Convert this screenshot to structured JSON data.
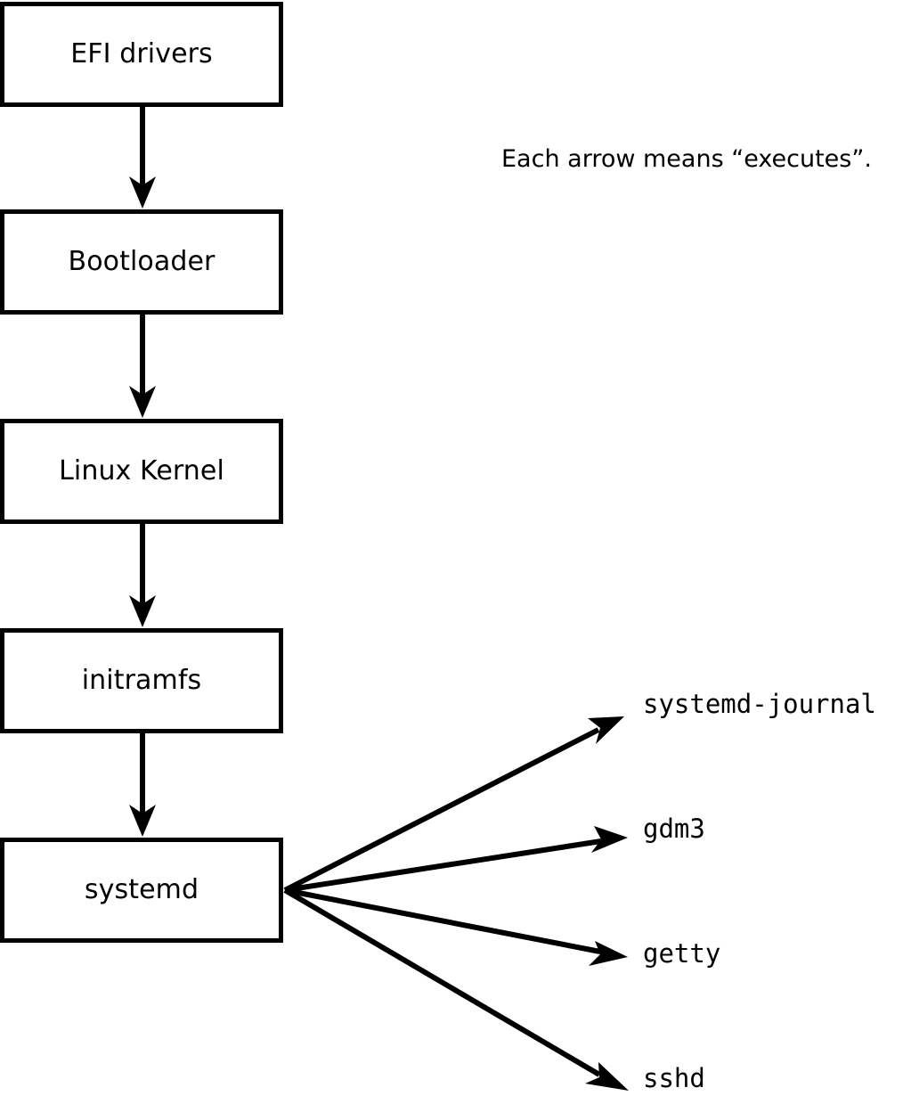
{
  "diagram": {
    "legend": {
      "text": "Each arrow means “executes”."
    },
    "boot_chain": [
      {
        "id": "efi-drivers",
        "label": "EFI drivers"
      },
      {
        "id": "bootloader",
        "label": "Bootloader"
      },
      {
        "id": "linux-kernel",
        "label": "Linux Kernel"
      },
      {
        "id": "initramfs",
        "label": "initramfs"
      },
      {
        "id": "systemd",
        "label": "systemd"
      }
    ],
    "services": [
      {
        "id": "systemd-journal",
        "label": "systemd-journal"
      },
      {
        "id": "gdm3",
        "label": "gdm3"
      },
      {
        "id": "getty",
        "label": "getty"
      },
      {
        "id": "sshd",
        "label": "sshd"
      }
    ],
    "colors": {
      "stroke": "#000000",
      "background": "#ffffff",
      "text": "#000000"
    }
  }
}
